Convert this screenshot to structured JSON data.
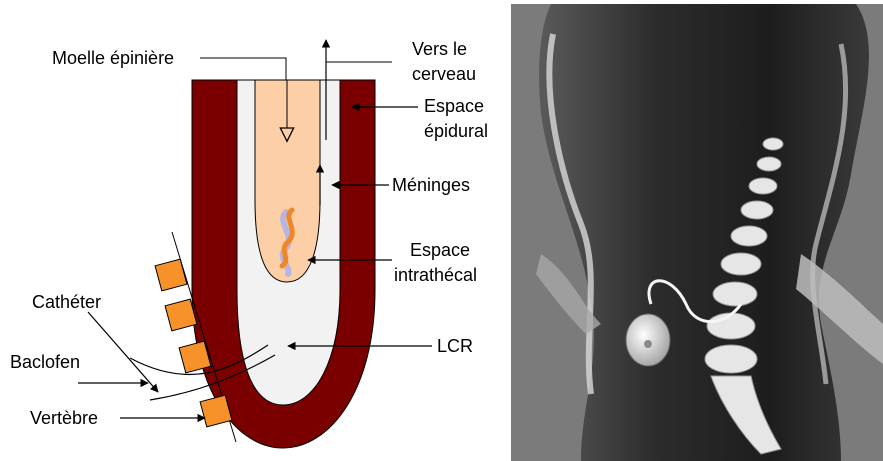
{
  "labels": {
    "spinal_cord": "Moelle épinière",
    "to_brain_line1": "Vers le",
    "to_brain_line2": "cerveau",
    "epidural_line1": "Espace",
    "epidural_line2": "épidural",
    "meninges": "Méninges",
    "intrathecal_line1": "Espace",
    "intrathecal_line2": "intrathécal",
    "catheter": "Cathéter",
    "baclofen": "Baclofen",
    "csf": "LCR",
    "vertebra": "Vertèbre"
  },
  "colors": {
    "dura": "#7a0000",
    "csf_space": "#f2f2f2",
    "spinal_cord": "#fdcfa6",
    "vertebra": "#f7922b",
    "drug_swirl": "#f0862a",
    "drug_swirl_alt": "#b6b6e0",
    "photo_bg": "#7b7b7b"
  }
}
